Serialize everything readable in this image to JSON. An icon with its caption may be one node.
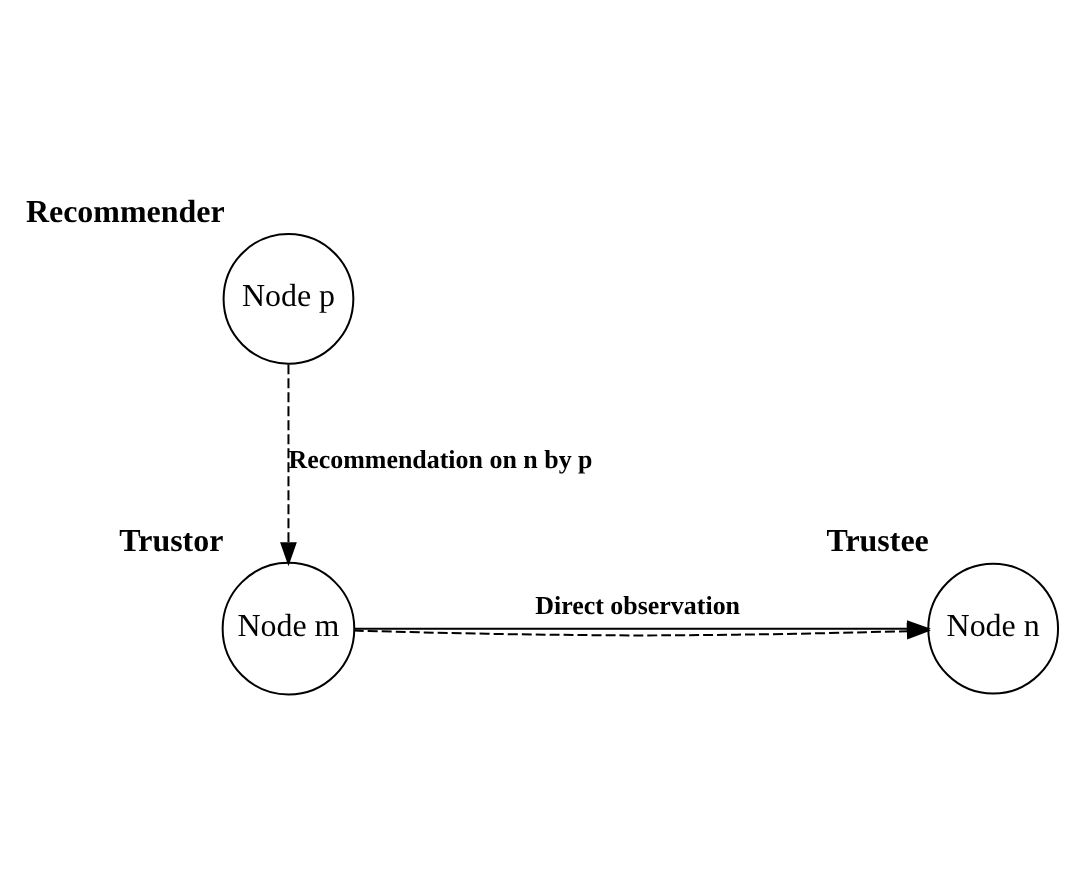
{
  "diagram": {
    "nodes": [
      {
        "text": [
          "Node p"
        ],
        "beside": [
          "Recommender"
        ]
      },
      {
        "text": [
          "Node m"
        ],
        "beside": [
          "Trustor"
        ]
      },
      {
        "text": [
          "Node n"
        ],
        "beside": [
          "Trustee"
        ]
      }
    ],
    "edges": [
      {
        "from": 0,
        "to": 1,
        "arrow": "to",
        "label": "Recommendation on n by p",
        "style": "dashed"
      },
      {
        "from": 1,
        "to": 2,
        "arrow": "to",
        "label": "Direct observation"
      },
      {
        "from": 1,
        "to": 2,
        "arrow": "to",
        "style": "dashed"
      }
    ]
  }
}
